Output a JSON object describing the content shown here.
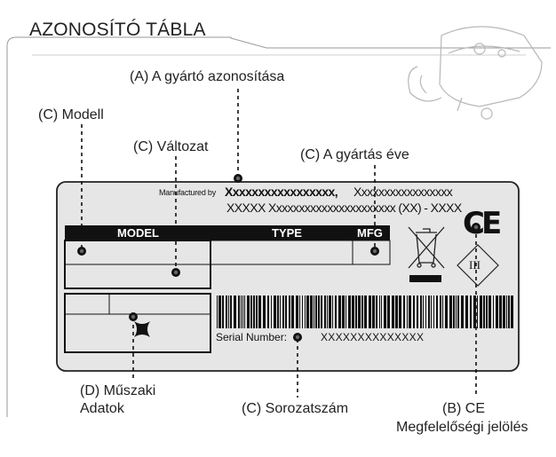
{
  "title": "AZONOSÍTÓ TÁBLA",
  "callouts": {
    "manufacturer_id": "(A) A gyártó azonosítása",
    "model": "(C) Modell",
    "variant": "(C) Változat",
    "year": "(C) A gyártás éve",
    "technical_data_line1": "(D) Műszaki",
    "technical_data_line2": "Adatok",
    "serial_number": "(C) Sorozatszám",
    "ce_line1": "(B) CE",
    "ce_line2": "Megfelelőségi jelölés"
  },
  "plate": {
    "manufactured_by": "Manufactured  by",
    "manufacturer_name": "Xxxxxxxxxxxxxxxxx,",
    "address_line1_rest": "Xxxxxxxxxxxxxxxxx",
    "address_line2": "XXXXX Xxxxxxxxxxxxxxxxxxxxxx (XX) - XXXX",
    "header_model": "MODEL",
    "header_type": "TYPE",
    "header_mfg": "MFG",
    "serial_label": "Serial Number:",
    "serial_value": "XXXXXXXXXXXXXX",
    "ce_mark": "CE",
    "class_mark": "III"
  },
  "colors": {
    "plate_fill": "#e6e6e6",
    "header_fill": "#111111",
    "line": "#222222"
  },
  "icons": [
    "weee-crossed-bin-icon",
    "class-iii-diamond-icon",
    "device-pictogram-icon",
    "product-sketch-icon"
  ]
}
